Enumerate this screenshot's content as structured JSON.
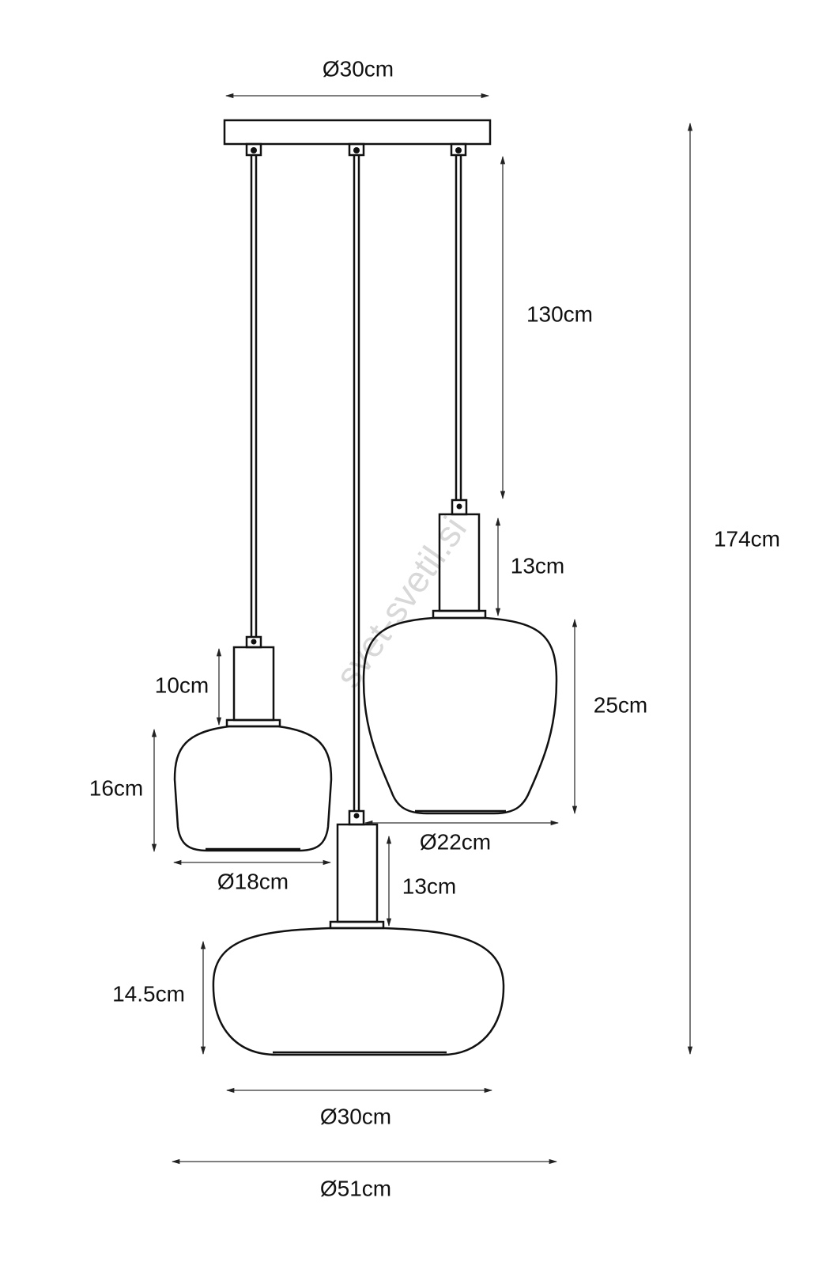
{
  "title": "3-light pendant lamp dimension drawing",
  "watermark": "svet-svetil.si",
  "dimensions": {
    "canopy_diameter": "Ø30cm",
    "cable_length": "130cm",
    "total_height": "174cm",
    "right_holder_height": "13cm",
    "right_shade_height": "25cm",
    "right_shade_diameter": "Ø22cm",
    "left_holder_height": "10cm",
    "left_shade_height": "16cm",
    "left_shade_diameter": "Ø18cm",
    "center_holder_height": "13cm",
    "center_shade_height": "14.5cm",
    "center_shade_diameter": "Ø30cm",
    "overall_diameter": "Ø51cm"
  }
}
